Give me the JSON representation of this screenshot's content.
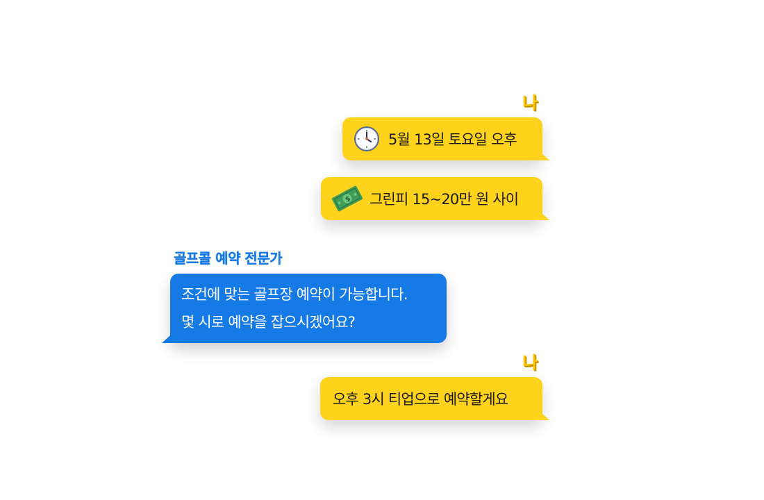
{
  "chat": {
    "my_label": "나",
    "expert_label": "골프콜 예약 전문가",
    "messages": [
      {
        "sender": "me",
        "icon": "clock-icon",
        "text": "5월 13일 토요일 오후"
      },
      {
        "sender": "me",
        "icon": "money-icon",
        "text": "그린피 15~20만 원 사이"
      },
      {
        "sender": "expert",
        "lines": [
          "조건에 맞는 골프장 예약이 가능합니다.",
          "몇 시로 예약을 잡으시겠어요?"
        ]
      },
      {
        "sender": "me",
        "text": "오후 3시 티업으로 예약할게요"
      }
    ]
  },
  "colors": {
    "my_bubble": "#FFD21C",
    "expert_bubble": "#1579E6",
    "my_label": "#FFC800",
    "expert_label": "#1579E6"
  }
}
